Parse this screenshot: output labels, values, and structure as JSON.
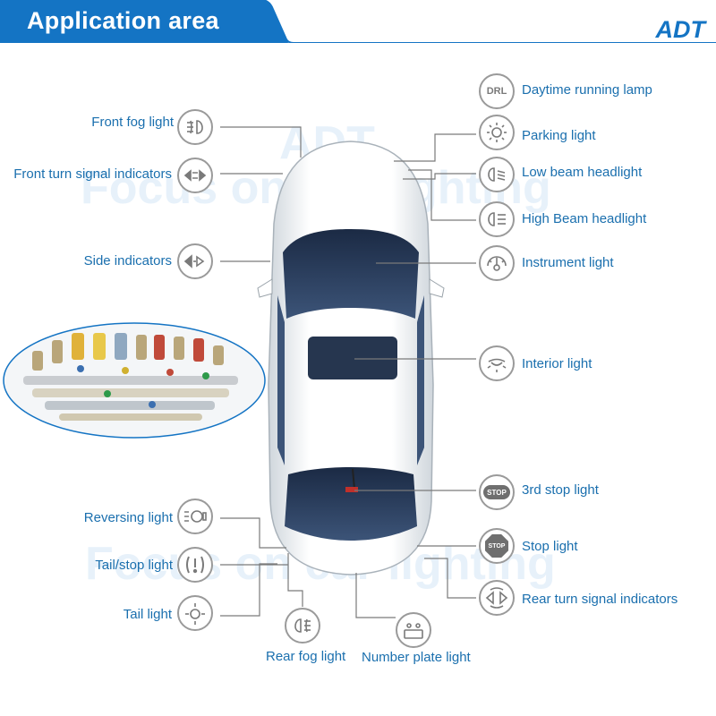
{
  "header": {
    "title": "Application area",
    "brand": "ADT"
  },
  "colors": {
    "accent": "#1474c4",
    "label": "#1a6fae",
    "icon_border": "#9a9a9a",
    "line": "#7a7a7a"
  },
  "watermark": {
    "brand": "ADT",
    "slogan": "Focus on car lighting"
  },
  "labels": {
    "front_fog": "Front fog light",
    "front_turn": "Front turn signal indicators",
    "side_ind": "Side indicators",
    "reversing": "Reversing light",
    "tail_stop": "Tail/stop light",
    "tail": "Tail light",
    "rear_fog": "Rear fog light",
    "number_plate": "Number plate light",
    "drl": "Daytime running lamp",
    "parking": "Parking light",
    "low_beam": "Low beam headlight",
    "high_beam": "High Beam headlight",
    "instrument": "Instrument light",
    "interior": "Interior light",
    "third_stop": "3rd stop light",
    "stop": "Stop light",
    "rear_turn": "Rear turn signal indicators"
  },
  "icons": {
    "drl_text": "DRL",
    "stop_text": "STOP",
    "names": [
      "front-fog-light-icon",
      "front-turn-signal-icon",
      "side-indicator-icon",
      "reversing-light-icon",
      "tail-stop-light-icon",
      "tail-light-icon",
      "rear-fog-light-icon",
      "number-plate-light-icon",
      "drl-icon",
      "parking-light-icon",
      "low-beam-icon",
      "high-beam-icon",
      "instrument-light-icon",
      "interior-light-icon",
      "third-stop-light-icon",
      "stop-light-icon",
      "rear-turn-signal-icon"
    ]
  }
}
